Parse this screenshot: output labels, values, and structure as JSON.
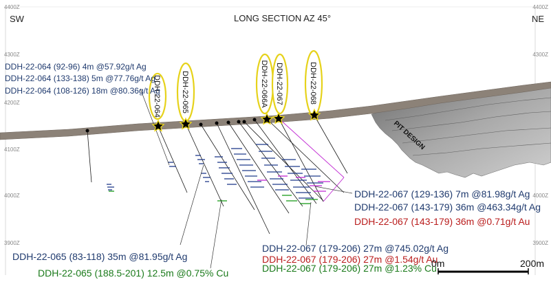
{
  "title": "LONG SECTION AZ 45°",
  "directions": {
    "left": "SW",
    "right": "NE"
  },
  "elevations": [
    "4400Z",
    "4300Z",
    "4200Z",
    "4100Z",
    "4000Z",
    "3900Z"
  ],
  "pit_label": "PIT DESIGN",
  "holes": [
    "DDH-22-064",
    "DDH-22-065",
    "DDH-22-066A",
    "DDH-22-067",
    "DDH-22-068"
  ],
  "callouts": {
    "c064_1": "DDH-22-064 (92-96) 4m @57.92g/t Ag",
    "c064_2": "DDH-22-064 (133-138) 5m @77.76g/t Ag",
    "c064_3": "DDH-22-064 (108-126) 18m @80.36g/t Ag",
    "c067_1": "DDH-22-067 (129-136) 7m @81.98g/t Ag",
    "c067_2": "DDH-22-067 (143-179) 36m @463.34g/t Ag",
    "c067_3": "DDH-22-067 (143-179) 36m @0.71g/t Au",
    "c065_1": "DDH-22-065 (83-118) 35m @81.95g/t Ag",
    "c065_2": "DDH-22-065 (188.5-201) 12.5m @0.75% Cu",
    "c067_4": "DDH-22-067 (179-206) 27m @745.02g/t Ag",
    "c067_5": "DDH-22-067 (179-206) 27m @1.54g/t Au",
    "c067_6": "DDH-22-067 (179-206) 27m @1.23% Cu"
  },
  "scale": {
    "start": "0m",
    "end": "200m"
  },
  "colors": {
    "ag": "#1f3a8a",
    "au": "#b91c1c",
    "cu": "#1a7a1a",
    "pit": "#8a8a8a",
    "surface": "#8c8278",
    "label_ellipse": "#e6d21a"
  }
}
